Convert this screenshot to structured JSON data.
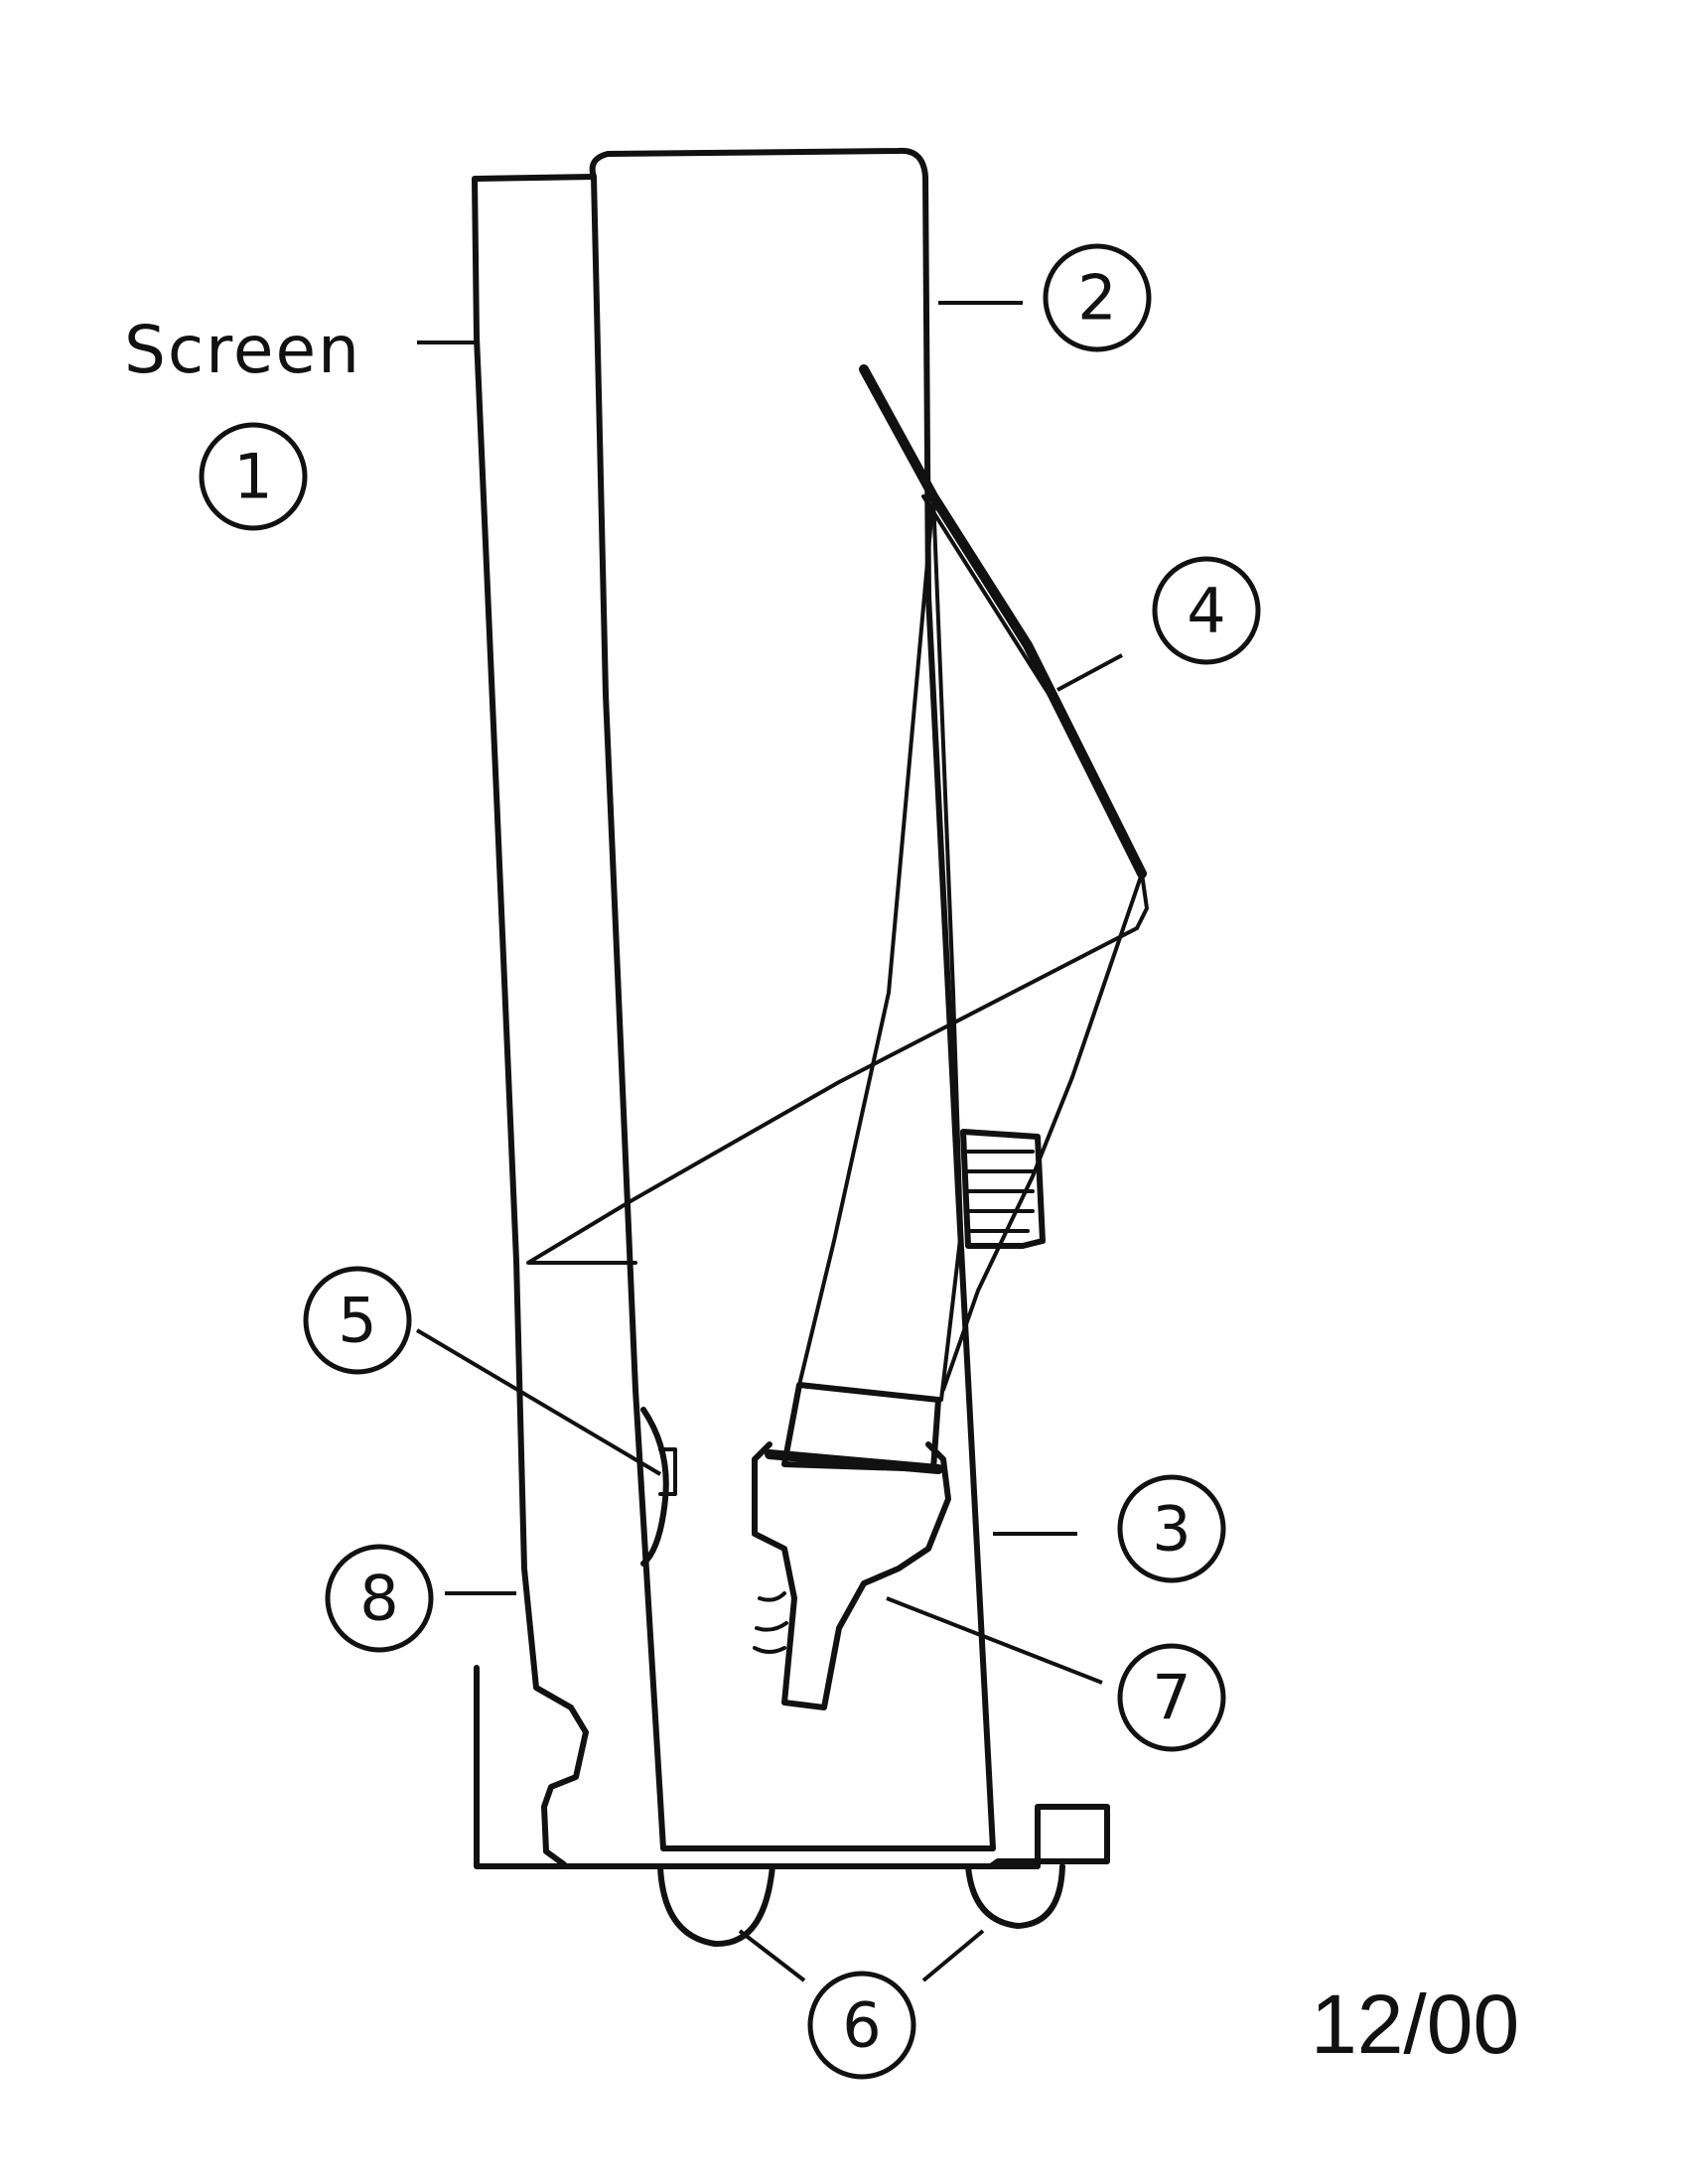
{
  "labels": {
    "screen": "Screen",
    "date": "12/00"
  },
  "callouts": [
    "1",
    "2",
    "3",
    "4",
    "5",
    "6",
    "7",
    "8"
  ]
}
